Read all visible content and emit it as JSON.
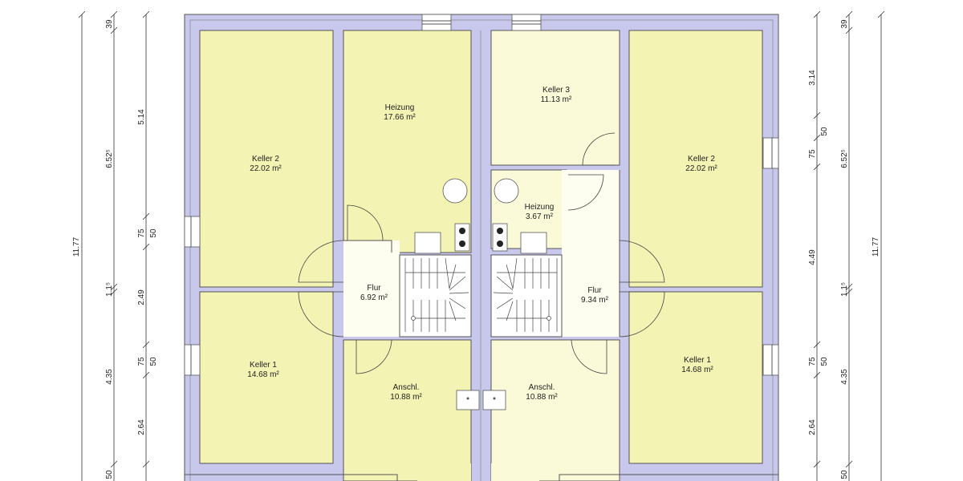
{
  "rooms": [
    {
      "id": "keller2-left",
      "name": "Keller 2",
      "area": "22.02 m²"
    },
    {
      "id": "heizung-left",
      "name": "Heizung",
      "area": "17.66 m²"
    },
    {
      "id": "flur-left",
      "name": "Flur",
      "area": "6.92 m²"
    },
    {
      "id": "keller1-left",
      "name": "Keller 1",
      "area": "14.68 m²"
    },
    {
      "id": "anschl-left",
      "name": "Anschl.",
      "area": "10.88 m²"
    },
    {
      "id": "keller3-right",
      "name": "Keller 3",
      "area": "11.13 m²"
    },
    {
      "id": "heizung-right",
      "name": "Heizung",
      "area": "3.67 m²"
    },
    {
      "id": "keller2-right",
      "name": "Keller 2",
      "area": "22.02 m²"
    },
    {
      "id": "flur-right",
      "name": "Flur",
      "area": "9.34 m²"
    },
    {
      "id": "keller1-right",
      "name": "Keller 1",
      "area": "14.68 m²"
    },
    {
      "id": "anschl-right",
      "name": "Anschl.",
      "area": "10.88 m²"
    }
  ],
  "dimensions": {
    "left_total": "11.77",
    "left_outer": [
      "39",
      "6.52⁵",
      "1.1⁵",
      "4.35",
      "50"
    ],
    "left_inner": [
      "5.14",
      "75",
      "50",
      "2.49",
      "75",
      "50",
      "2.64"
    ],
    "right_inner": [
      "3.14",
      "50",
      "75",
      "4.49",
      "75",
      "50",
      "2.64"
    ],
    "right_outer": [
      "39",
      "6.52⁵",
      "1.1⁵",
      "4.35",
      "50"
    ],
    "right_total": "11.77"
  },
  "colors": {
    "wall": "#c8c8ec",
    "room_yellow": "#f3f3b4",
    "room_pale": "#fafad8",
    "room_white": "#fdfdf0",
    "line": "#555555"
  }
}
